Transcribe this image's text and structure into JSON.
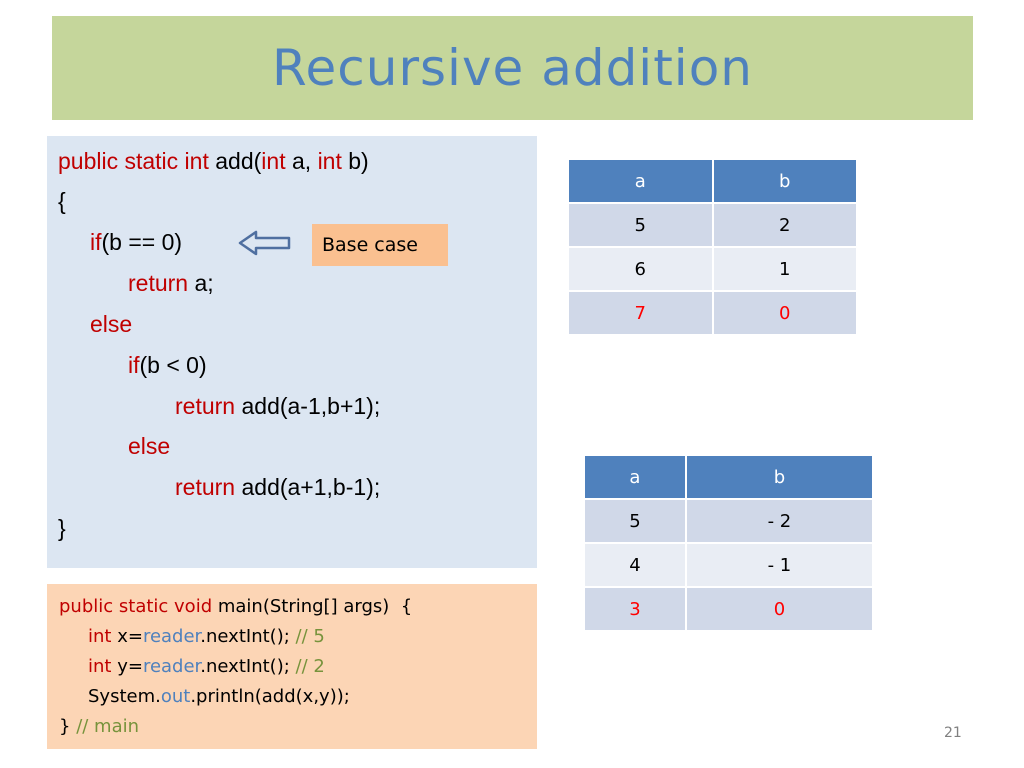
{
  "slide": {
    "title": "Recursive addition",
    "page_number": "21"
  },
  "code": {
    "l1_kw1": "public static int",
    "l1_txt1": " add(",
    "l1_kw2": "int",
    "l1_txt2": " a, ",
    "l1_kw3": "int",
    "l1_txt3": " b)",
    "l2": "{",
    "l3_kw": "if",
    "l3_txt": "(b == 0)",
    "l4_kw": "return",
    "l4_txt": " a;",
    "l5_kw": "else",
    "l6_kw": "if",
    "l6_txt": "(b < 0)",
    "l7_kw": "return",
    "l7_txt": " add(a-1,b+1);",
    "l8_kw": "else",
    "l9_kw": "return",
    "l9_txt": " add(a+1,b-1);",
    "l10": "}"
  },
  "callout": {
    "label": "Base case"
  },
  "main_code": {
    "l1_kw": "public static void",
    "l1_txt": " main(String[] args)  {",
    "l2_kw": "int",
    "l2_txt": " x=",
    "l2_field": "reader",
    "l2_txt2": ".nextInt(); ",
    "l2_comment": "// 5",
    "l3_kw": "int",
    "l3_txt": " y=",
    "l3_field": "reader",
    "l3_txt2": ".nextInt(); ",
    "l3_comment": "// 2",
    "l4_txt": "System.",
    "l4_field": "out",
    "l4_txt2": ".println(add(x,y));",
    "l5_txt": "} ",
    "l5_comment": "// main"
  },
  "table1": {
    "headers": [
      "a",
      "b"
    ],
    "rows": [
      [
        "5",
        "2"
      ],
      [
        "6",
        "1"
      ],
      [
        "7",
        "0"
      ]
    ]
  },
  "table2": {
    "headers": [
      "a",
      "b"
    ],
    "rows": [
      [
        "5",
        "- 2"
      ],
      [
        "4",
        "- 1"
      ],
      [
        "3",
        "0"
      ]
    ]
  },
  "colors": {
    "title_bg": "#c5d69b",
    "title_text": "#4f81bd",
    "keyword": "#c00000",
    "code_bg": "#dce6f2",
    "main_bg": "#fcd5b5",
    "callout_bg": "#fac090",
    "table_header": "#4f81bd",
    "highlight": "#ff0000"
  },
  "icons": {
    "arrow": "left-arrow-icon"
  }
}
